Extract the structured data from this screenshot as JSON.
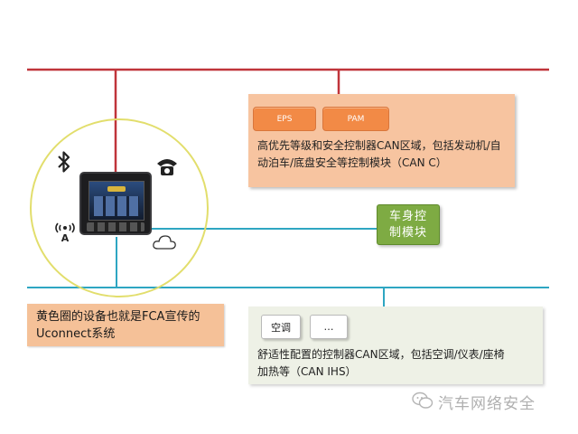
{
  "colors": {
    "bus_red": "#c0343a",
    "bus_cyan": "#2ea6c2",
    "circle_yellow": "#e2de6c",
    "can_c_panel": "#f7c4a0",
    "ihs_panel": "#eef1e6",
    "body_module": "#7eab43",
    "ecu_button": "#f28a46"
  },
  "can_c": {
    "eps_label": "EPS",
    "pam_label": "PAM",
    "description": "高优先等级和安全控制器CAN区域，包括发动机/自动泊车/底盘安全等控制模块（CAN C）"
  },
  "body_module": {
    "label": "车身控制模块"
  },
  "uconnect": {
    "label": "黄色圈的设备也就是FCA宣传的Uconnect系统"
  },
  "can_ihs": {
    "ac_label": "空调",
    "more_label": "…",
    "description": "舒适性配置的控制器CAN区域，包括空调/仪表/座椅加热等（CAN IHS）"
  },
  "icons": [
    "bluetooth-icon",
    "telephone-icon",
    "gps-antenna-icon",
    "cloud-icon",
    "wechat-icon"
  ],
  "watermark": {
    "text": "汽车网络安全"
  }
}
